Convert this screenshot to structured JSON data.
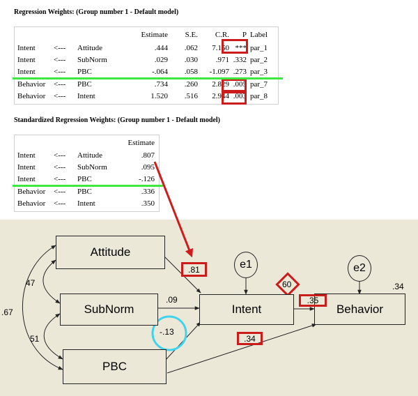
{
  "regression": {
    "title": "Regression Weights: (Group number 1 - Default model)",
    "headers": [
      "Estimate",
      "S.E.",
      "C.R.",
      "P",
      "Label"
    ],
    "rows": [
      {
        "dv": "Intent",
        "arrow": "<---",
        "iv": "Attitude",
        "est": ".444",
        "se": ".062",
        "cr": "7.150",
        "p": "***",
        "label": "par_1"
      },
      {
        "dv": "Intent",
        "arrow": "<---",
        "iv": "SubNorm",
        "est": ".029",
        "se": ".030",
        "cr": ".971",
        "p": ".332",
        "label": "par_2"
      },
      {
        "dv": "Intent",
        "arrow": "<---",
        "iv": "PBC",
        "est": "-.064",
        "se": ".058",
        "cr": "-1.097",
        "p": ".273",
        "label": "par_3"
      },
      {
        "dv": "Behavior",
        "arrow": "<---",
        "iv": "PBC",
        "est": ".734",
        "se": ".260",
        "cr": "2.829",
        "p": ".005",
        "label": "par_7"
      },
      {
        "dv": "Behavior",
        "arrow": "<---",
        "iv": "Intent",
        "est": "1.520",
        "se": ".516",
        "cr": "2.944",
        "p": ".003",
        "label": "par_8"
      }
    ]
  },
  "standardized": {
    "title": "Standardized Regression Weights: (Group number 1 - Default model)",
    "headers": [
      "Estimate"
    ],
    "rows": [
      {
        "dv": "Intent",
        "arrow": "<---",
        "iv": "Attitude",
        "est": ".807"
      },
      {
        "dv": "Intent",
        "arrow": "<---",
        "iv": "SubNorm",
        "est": ".095"
      },
      {
        "dv": "Intent",
        "arrow": "<---",
        "iv": "PBC",
        "est": "-.126"
      },
      {
        "dv": "Behavior",
        "arrow": "<---",
        "iv": "PBC",
        "est": ".336"
      },
      {
        "dv": "Behavior",
        "arrow": "<---",
        "iv": "Intent",
        "est": ".350"
      }
    ]
  },
  "diagram": {
    "nodes": {
      "attitude": "Attitude",
      "subnorm": "SubNorm",
      "pbc": "PBC",
      "intent": "Intent",
      "behavior": "Behavior"
    },
    "errors": {
      "e1": "e1",
      "e2": "e2"
    },
    "labels": {
      "att_intent": ".81",
      "sub_intent": ".09",
      "pbc_intent": "-.13",
      "pbc_behavior": ".34",
      "intent_behavior": ".35",
      "r2_intent": "60",
      "r2_behavior": ".34",
      "cov_att_sub": "47",
      "cov_sub_pbc": "51",
      "cov_att_pbc": ".67"
    }
  },
  "colors": {
    "highlight_red": "#cc1b1b",
    "highlight_green": "#3ee83e",
    "highlight_cyan": "#3fd3ef",
    "diagram_bg": "#ece8d8"
  }
}
